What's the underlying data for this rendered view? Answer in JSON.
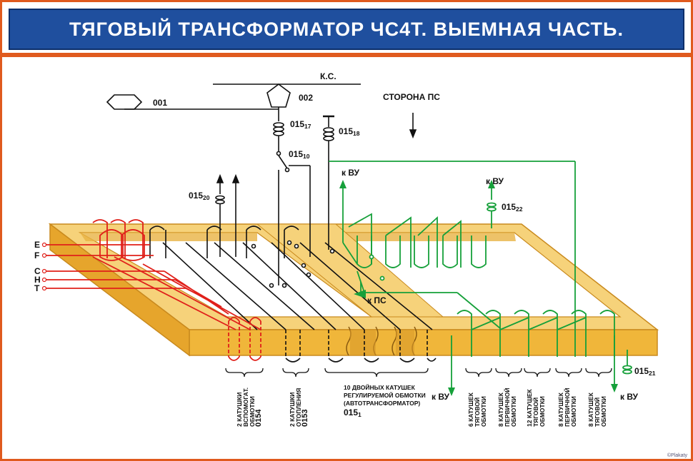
{
  "title": "ТЯГОВЫЙ ТРАНСФОРМАТОР ЧС4Т. ВЫЕМНАЯ ЧАСТЬ.",
  "colors": {
    "accent": "#e05a1e",
    "banner": "#1f4f9e",
    "core": "#f3c35a",
    "red": "#e0201a",
    "green": "#16a03a",
    "black": "#111111"
  },
  "labels": {
    "ks": "К.С.",
    "n001": "001",
    "n002": "002",
    "ps_side": "СТОРОНА ПС",
    "l015_17": "015",
    "l015_17_sub": "17",
    "l015_18": "015",
    "l015_18_sub": "18",
    "l015_10": "015",
    "l015_10_sub": "10",
    "l015_20": "015",
    "l015_20_sub": "20",
    "l015_22": "015",
    "l015_22_sub": "22",
    "l015_21": "015",
    "l015_21_sub": "21",
    "to_vu_1": "к ВУ",
    "to_vu_2": "к ВУ",
    "to_vu_3": "к ВУ",
    "to_vu_4": "к ВУ",
    "to_ps": "к ПС",
    "term_e": "E",
    "term_f": "F",
    "term_c": "C",
    "term_h": "H",
    "term_t": "T"
  },
  "bottom_groups": [
    {
      "lines": [
        "2 КАТУШКИ",
        "ВСПОМОГАТ.",
        "ОБМОТКИ",
        "0154"
      ]
    },
    {
      "lines": [
        "2 КАТУШКИ",
        "ОТОПЛЕНИЯ",
        "0153"
      ]
    },
    {
      "lines": [
        "6 КАТУШЕК",
        "ТЯГОВОЙ",
        "ОБМОТКИ"
      ]
    },
    {
      "lines": [
        "8 КАТУШЕК",
        "ПЕРВИЧНОЙ",
        "ОБМОТКИ"
      ]
    },
    {
      "lines": [
        "12 КАТУШЕК",
        "ТЯГОВОЙ",
        "ОБМОТКИ"
      ]
    },
    {
      "lines": [
        "8 КАТУШЕК",
        "ПЕРВИЧНОЙ",
        "ОБМОТКИ"
      ]
    },
    {
      "lines": [
        "8 КАТУШЕК",
        "ТЯГОВОЙ",
        "ОБМОТКИ"
      ]
    }
  ],
  "auto_group": {
    "line1": "10 ДВОЙНЫХ КАТУШЕК",
    "line2": "РЕГУЛИРУЕМОЙ ОБМОТКИ",
    "line3": "(АВТОТРАНСФОРМАТОР)",
    "line4": "015",
    "line4_sub": "1"
  },
  "copyright": "©Plakaty"
}
